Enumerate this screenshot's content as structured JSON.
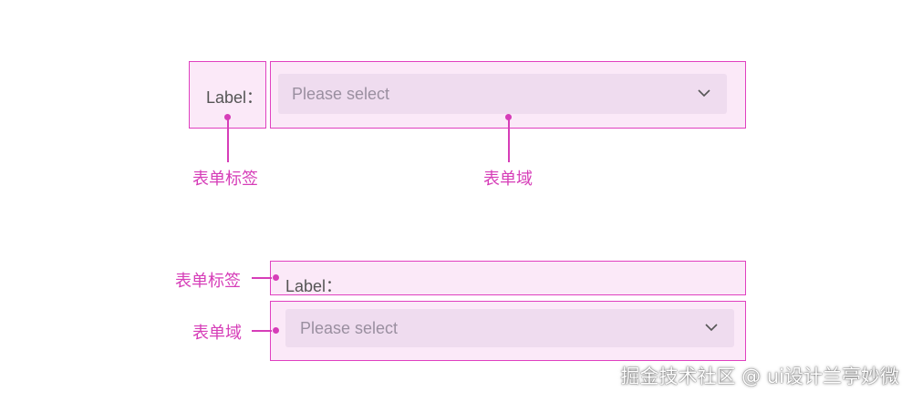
{
  "horizontal_layout": {
    "label": "Label：",
    "select_placeholder": "Please select",
    "annotation_label": "表单标签",
    "annotation_field": "表单域"
  },
  "vertical_layout": {
    "label": "Label：",
    "select_placeholder": "Please select",
    "annotation_label": "表单标签",
    "annotation_field": "表单域"
  },
  "icons": {
    "dropdown": "chevron-down-icon"
  },
  "colors": {
    "accent": "#d63db8",
    "box_border": "#e040c0",
    "box_fill": "#fbe9f8",
    "select_fill": "#efdcef"
  },
  "watermark": "掘金技术社区 @ ui设计兰亭妙微"
}
